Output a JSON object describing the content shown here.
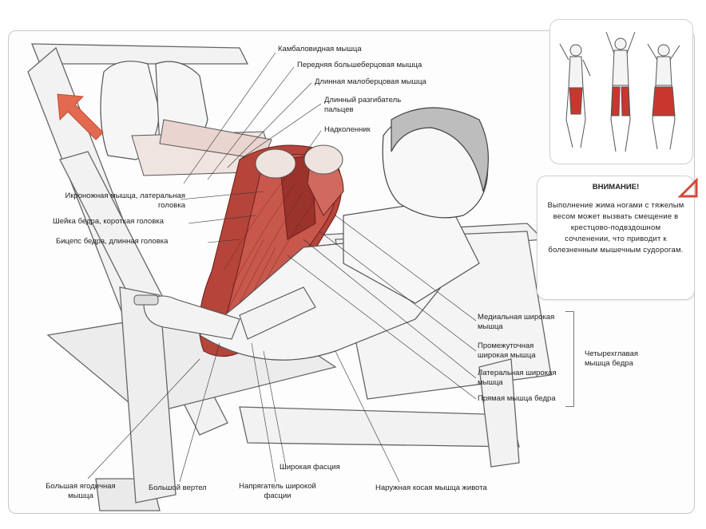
{
  "labels_top": [
    {
      "text": "Камбаловидная мышца"
    },
    {
      "text": "Передняя большеберцовая мышца"
    },
    {
      "text": "Длинная малоберцовая мышца"
    },
    {
      "text": "Длинный разгибатель пальцев"
    },
    {
      "text": "Надколенник"
    }
  ],
  "labels_left": [
    {
      "text": "Икроножная мышца, латеральная головка"
    },
    {
      "text": "Шейка бедра, короткая головка"
    },
    {
      "text": "Бицепс бедра, длинная головка"
    }
  ],
  "labels_right": [
    {
      "text": "Медиальная широкая мышца"
    },
    {
      "text": "Промежуточная широкая мышца"
    },
    {
      "text": "Латеральная широкая мышца"
    },
    {
      "text": "Прямая мышца бедра"
    }
  ],
  "group_label": "Четырехглавая мышца бедра",
  "labels_bottom": [
    {
      "text": "Широкая фасция"
    },
    {
      "text": "Большая ягодичная мышца"
    },
    {
      "text": "Большой вертел"
    },
    {
      "text": "Напрягатель широкой фасции"
    },
    {
      "text": "Наружная косая мышца живота"
    }
  ],
  "warning": {
    "title": "ВНИМАНИЕ!",
    "body": "Выполнение жима ногами с тяжелым весом может вызвать смещение в крестцово-подвздошном сочленении, что приводит к болезненным мышечным судорогам."
  },
  "colors": {
    "muscle_red": "#c8372d",
    "muscle_dark": "#8a2a22",
    "sketch": "#555555",
    "arrow": "#e26a4e"
  }
}
